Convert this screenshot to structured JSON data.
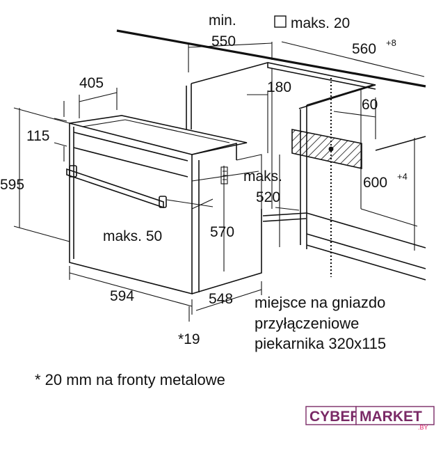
{
  "labels": {
    "min": "min.",
    "maks20": "maks. 20",
    "d550": "550",
    "d560": "560",
    "d560_sup": "+8",
    "d405": "405",
    "d180": "180",
    "d60": "60",
    "d115": "115",
    "d595": "595",
    "maks_top": "maks.",
    "d520": "520",
    "d600": "600",
    "d600_sup": "+4",
    "maks50": "maks. 50",
    "d570": "570",
    "d594": "594",
    "d548": "548",
    "star19": "*19"
  },
  "socket_note": {
    "line1": "miejsce na gniazdo",
    "line2": "przyłączeniowe",
    "line3": "piekarnika 320x115"
  },
  "footnote": "* 20 mm na fronty metalowe",
  "logo": {
    "part1": "CYBER",
    "part2": "MARKET",
    "suffix": ".BY",
    "color_primary": "#7a2a66",
    "color_secondary": "#e0266c"
  }
}
